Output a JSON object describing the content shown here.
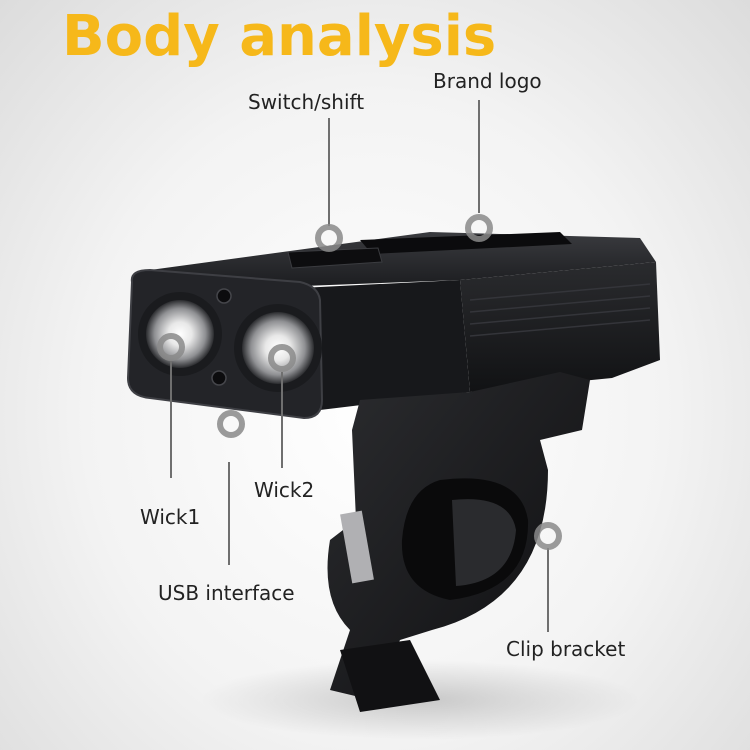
{
  "title": "Body analysis",
  "labels": {
    "switch": "Switch/shift",
    "brand": "Brand logo",
    "wick1": "Wick1",
    "wick2": "Wick2",
    "usb": "USB interface",
    "clip": "Clip bracket"
  },
  "colors": {
    "title": "#f6b81a",
    "body": "#1e1f22",
    "pointer": "#8a8a8a"
  }
}
